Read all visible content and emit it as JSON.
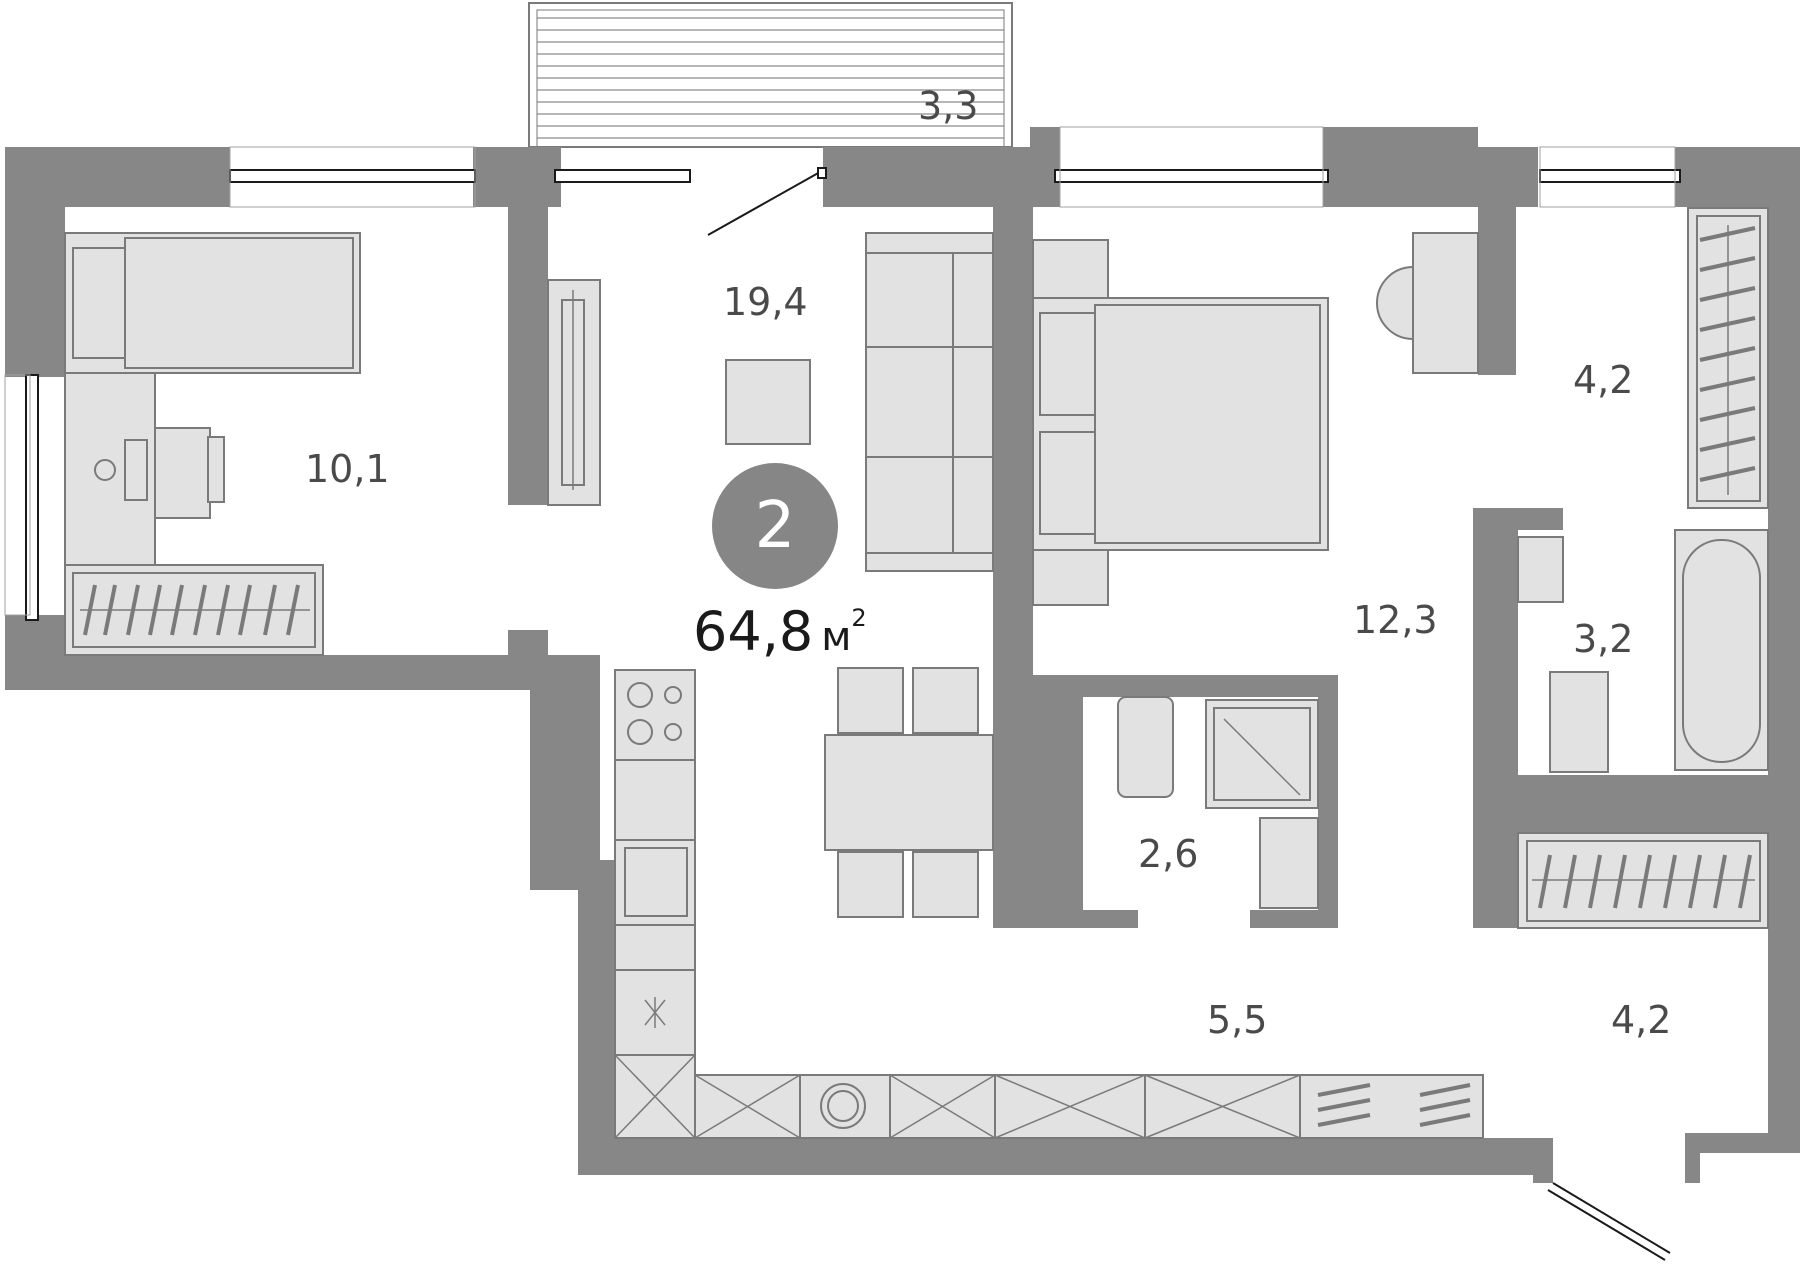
{
  "apartment": {
    "rooms_badge": "2",
    "total_area": "64,8",
    "area_unit": "м",
    "area_unit_power": "2"
  },
  "room_areas": {
    "balcony": "3,3",
    "living": "19,4",
    "bedroom_left": "10,1",
    "bedroom_right": "12,3",
    "wardrobe": "4,2",
    "bathroom": "3,2",
    "toilet": "2,6",
    "kitchen_hall": "5,5",
    "hallway": "4,2"
  },
  "colors": {
    "wall": "#878787",
    "furniture_fill": "#e2e2e2",
    "furniture_stroke": "#7a7a7a",
    "label": "#4a4a4a",
    "badge": "#868686"
  }
}
